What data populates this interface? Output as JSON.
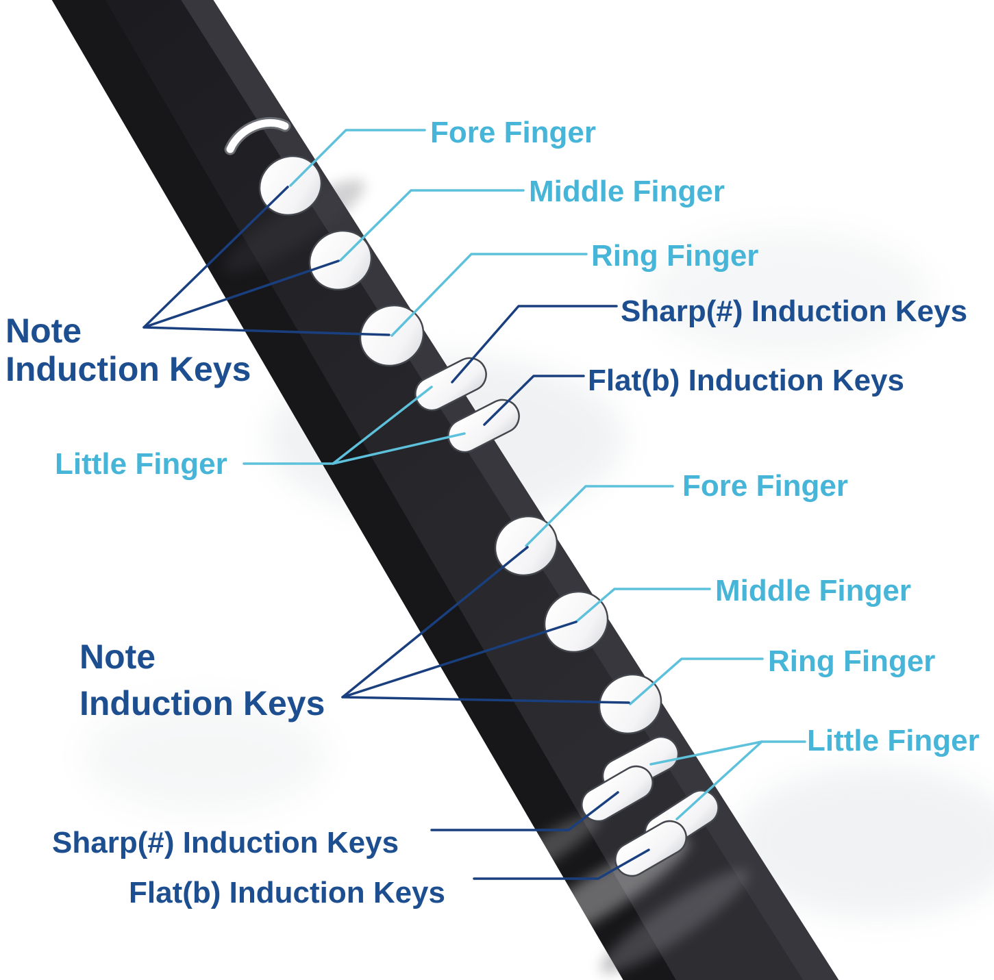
{
  "figure": {
    "type": "product-annotation-diagram",
    "subject": "Electronic wind instrument fingering key diagram"
  },
  "colors": {
    "finger_label": "#47b5d8",
    "key_label": "#1d4e8f",
    "leader_cyan": "#5ec1dc",
    "leader_navy": "#1a3f7f",
    "body_dark": "#232327",
    "background": "#ffffff",
    "key_face": "#ffffff"
  },
  "annotations": {
    "upper": {
      "fore_finger": "Fore Finger",
      "middle_finger": "Middle Finger",
      "ring_finger": "Ring Finger",
      "sharp_keys": "Sharp(#) Induction Keys",
      "flat_keys": "Flat(b) Induction Keys",
      "note_keys_line1": "Note",
      "note_keys_line2": "Induction Keys",
      "little_finger": "Little Finger"
    },
    "lower": {
      "fore_finger": "Fore Finger",
      "middle_finger": "Middle Finger",
      "ring_finger": "Ring Finger",
      "little_finger": "Little Finger",
      "note_keys_line1": "Note",
      "note_keys_line2": "Induction Keys",
      "sharp_keys": "Sharp(#) Induction Keys",
      "flat_keys": "Flat(b) Induction Keys"
    }
  },
  "keys": {
    "thumb_crescent_key_count": 1,
    "upper_round_note_keys_count": 3,
    "upper_pill_accidental_keys_count": 2,
    "lower_round_note_keys_count": 3,
    "lower_pill_keys_count": 4
  }
}
